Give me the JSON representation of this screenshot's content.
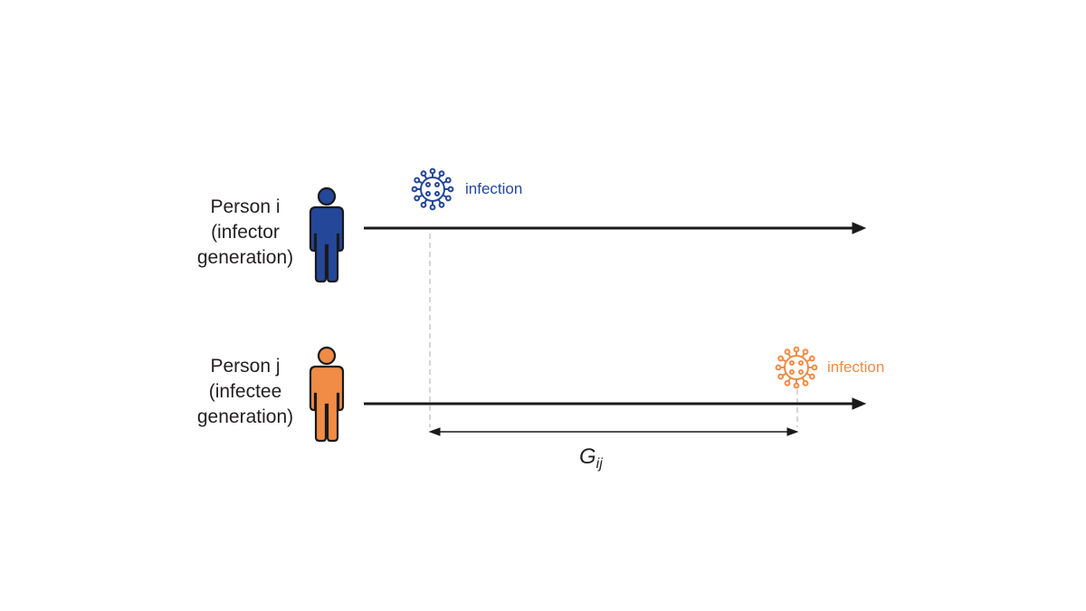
{
  "colors": {
    "infector": "#24479a",
    "infectee": "#f08c46",
    "outline": "#1a1a1a",
    "timeline": "#1a1a1a",
    "guide": "#bbbbbb",
    "text": "#231f20"
  },
  "person_i": {
    "name": "Person i",
    "role": "(infector",
    "role_cont": "generation)",
    "icon": "person-icon",
    "event_label": "infection",
    "event_icon": "virus-icon"
  },
  "person_j": {
    "name": "Person j",
    "role": "(infectee",
    "role_cont": "generation)",
    "icon": "person-icon",
    "event_label": "infection",
    "event_icon": "virus-icon"
  },
  "interval": {
    "symbol": "G",
    "subscript": "ij"
  }
}
